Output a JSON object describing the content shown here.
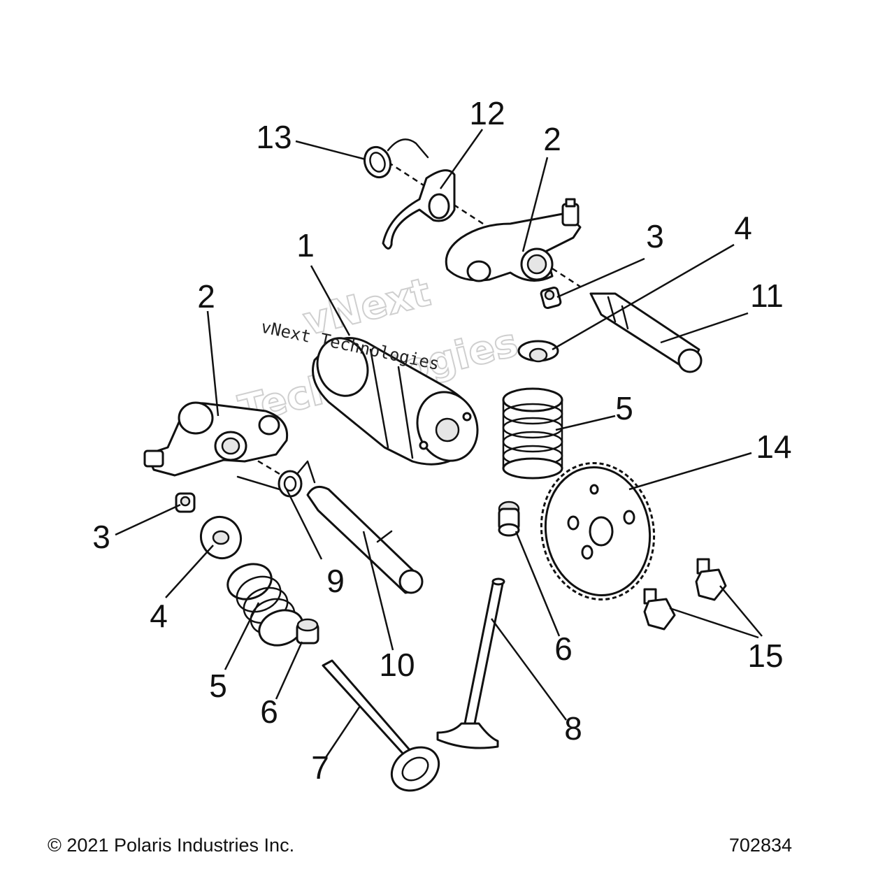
{
  "callouts": {
    "c1": "1",
    "c2a": "2",
    "c2b": "2",
    "c3a": "3",
    "c3b": "3",
    "c4a": "4",
    "c4b": "4",
    "c5a": "5",
    "c5b": "5",
    "c6a": "6",
    "c6b": "6",
    "c7": "7",
    "c8": "8",
    "c9": "9",
    "c10": "10",
    "c11": "11",
    "c12": "12",
    "c13": "13",
    "c14": "14",
    "c15": "15"
  },
  "watermark": {
    "line": "vNext Technologies",
    "ghost_top": "vNext",
    "ghost_bottom": "Technologies"
  },
  "footer": {
    "copyright": "© 2021 Polaris Industries Inc.",
    "figure_number": "702834"
  }
}
